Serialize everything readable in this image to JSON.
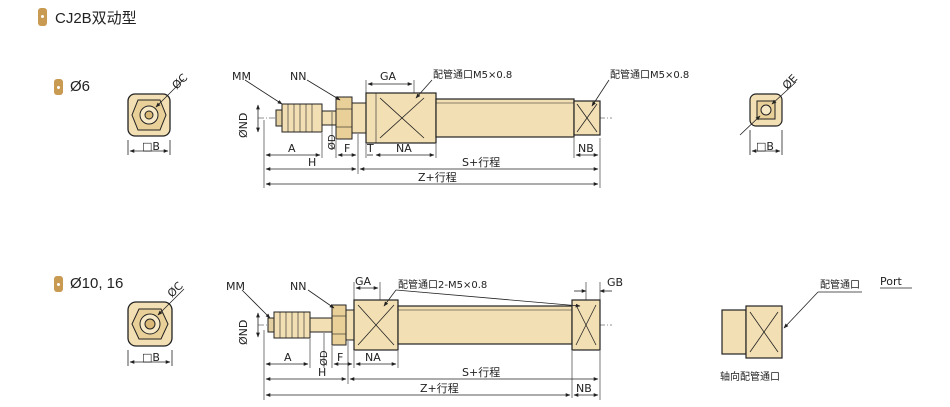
{
  "header": {
    "title": "CJ2B双动型"
  },
  "sections": [
    {
      "bore_label": "Ø6",
      "front_view": {
        "dim_c": "ØC",
        "dim_b": "□B"
      },
      "side_view": {
        "mm": "MM",
        "nn": "NN",
        "ga": "GA",
        "nd": "ØND",
        "port_front": "配管通口M5×0.8",
        "port_rear": "配管通口M5×0.8",
        "a": "A",
        "f": "F",
        "t": "T",
        "na": "NA",
        "nb": "NB",
        "d": "ØD",
        "h": "H",
        "s_stroke": "S+行程",
        "z_stroke": "Z+行程"
      },
      "rear_view": {
        "dim_e": "ØE",
        "dim_b": "□B"
      }
    },
    {
      "bore_label": "Ø10, 16",
      "front_view": {
        "dim_c": "ØC",
        "dim_b": "□B"
      },
      "side_view": {
        "mm": "MM",
        "nn": "NN",
        "ga": "GA",
        "gb": "GB",
        "nd": "ØND",
        "port": "配管通口2-M5×0.8",
        "a": "A",
        "d": "ØD",
        "f": "F",
        "na": "NA",
        "nb": "NB",
        "h": "H",
        "s_stroke": "S+行程",
        "z_stroke": "Z+行程"
      },
      "port_detail": {
        "port_label": "配管通口",
        "port_en": "Port",
        "caption": "轴向配管通口"
      }
    }
  ]
}
